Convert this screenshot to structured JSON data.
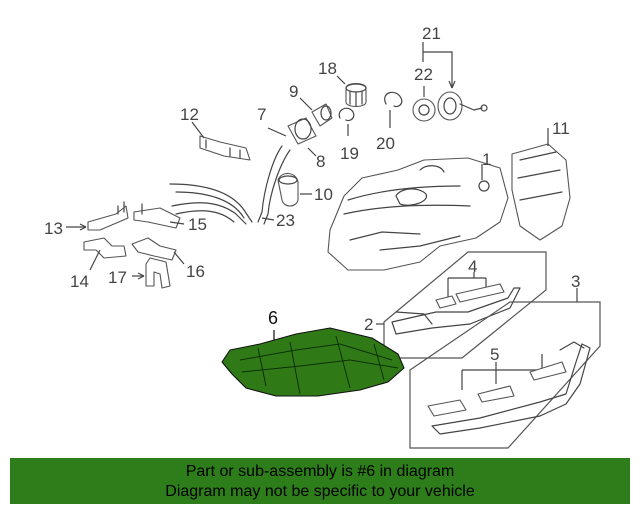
{
  "diagram": {
    "callouts": {
      "c1": "1",
      "c2": "2",
      "c3": "3",
      "c4": "4",
      "c5": "5",
      "c6": "6",
      "c7": "7",
      "c8": "8",
      "c9": "9",
      "c10": "10",
      "c11": "11",
      "c12": "12",
      "c13": "13",
      "c14": "14",
      "c15": "15",
      "c16": "16",
      "c17": "17",
      "c18": "18",
      "c19": "19",
      "c20": "20",
      "c21": "21",
      "c22": "22",
      "c23": "23"
    },
    "highlight_color": "#2f7a16"
  },
  "banner": {
    "line1": "Part or sub-assembly is #6 in diagram",
    "line2": "Diagram may not be specific to your vehicle",
    "background": "#2d7d1b"
  }
}
